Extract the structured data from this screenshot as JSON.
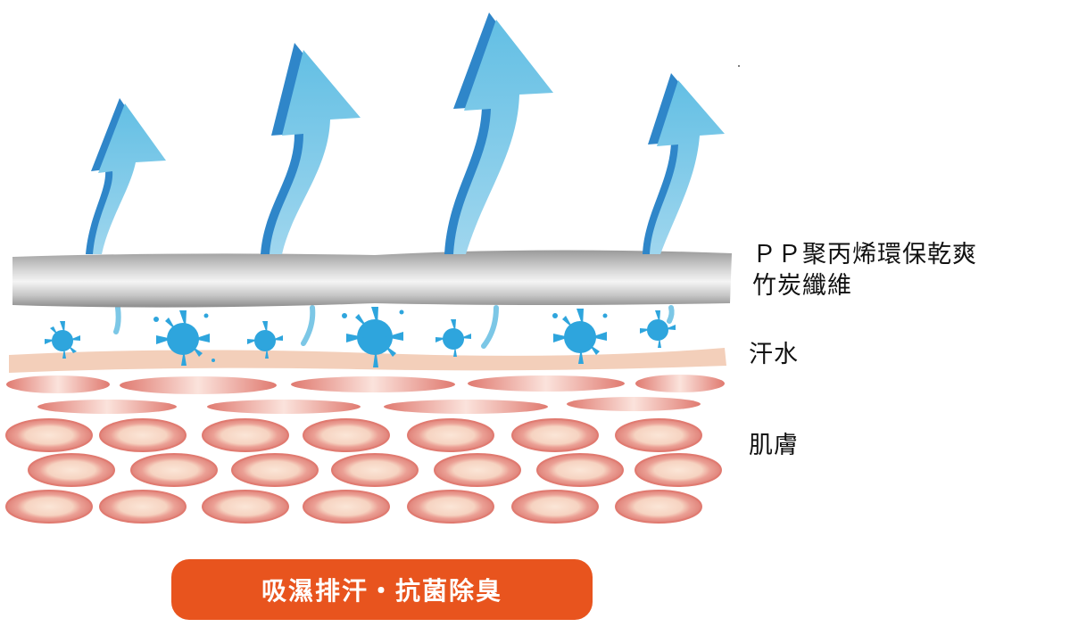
{
  "labels": {
    "fabric_line1": "ＰＰ聚丙烯環保乾爽",
    "fabric_line2": "竹炭纖維",
    "sweat": "汗水",
    "skin": "肌膚"
  },
  "badge": {
    "text": "吸濕排汗・抗菌除臭"
  },
  "colors": {
    "arrow_light": "#7cc7e6",
    "arrow_dark": "#2f86c9",
    "fabric_gray": "#a9a9a9",
    "sweat_drop": "#2ea5dd",
    "skin_top": "#f3d2bd",
    "skin_cell": "#e98f83",
    "badge_bg": "#e8541e"
  },
  "icons": [
    "up-arrow-icon",
    "sweat-droplet-icon",
    "skin-cell-icon"
  ]
}
